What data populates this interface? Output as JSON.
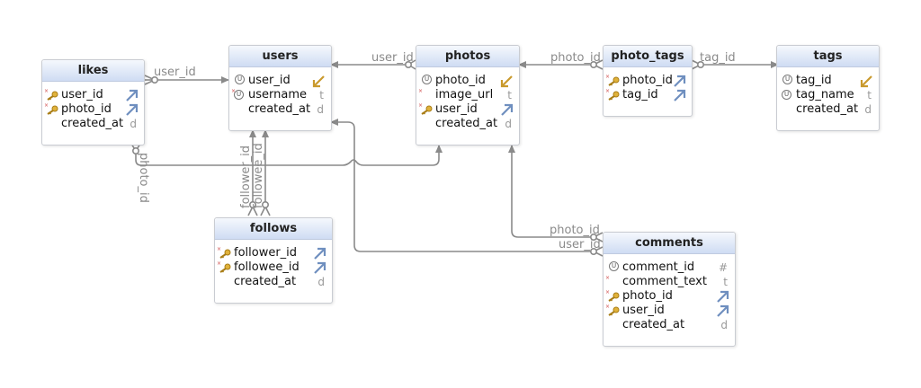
{
  "tables": {
    "likes": {
      "name": "likes",
      "columns": [
        {
          "name": "user_id",
          "type": "",
          "key": "fk",
          "required": true
        },
        {
          "name": "photo_id",
          "type": "",
          "key": "fk",
          "required": true
        },
        {
          "name": "created_at",
          "type": "d",
          "key": "none",
          "required": false
        }
      ]
    },
    "users": {
      "name": "users",
      "columns": [
        {
          "name": "user_id",
          "type": "",
          "key": "pk",
          "required": false
        },
        {
          "name": "username",
          "type": "t",
          "key": "unique",
          "required": true
        },
        {
          "name": "created_at",
          "type": "d",
          "key": "none",
          "required": false
        }
      ]
    },
    "photos": {
      "name": "photos",
      "columns": [
        {
          "name": "photo_id",
          "type": "",
          "key": "pk",
          "required": false
        },
        {
          "name": "image_url",
          "type": "t",
          "key": "none",
          "required": true
        },
        {
          "name": "user_id",
          "type": "",
          "key": "fk",
          "required": true
        },
        {
          "name": "created_at",
          "type": "d",
          "key": "none",
          "required": false
        }
      ]
    },
    "photo_tags": {
      "name": "photo_tags",
      "columns": [
        {
          "name": "photo_id",
          "type": "",
          "key": "fk",
          "required": true
        },
        {
          "name": "tag_id",
          "type": "",
          "key": "fk",
          "required": true
        }
      ]
    },
    "tags": {
      "name": "tags",
      "columns": [
        {
          "name": "tag_id",
          "type": "",
          "key": "pk",
          "required": false
        },
        {
          "name": "tag_name",
          "type": "t",
          "key": "unique",
          "required": false
        },
        {
          "name": "created_at",
          "type": "d",
          "key": "none",
          "required": false
        }
      ]
    },
    "follows": {
      "name": "follows",
      "columns": [
        {
          "name": "follower_id",
          "type": "",
          "key": "fk",
          "required": true
        },
        {
          "name": "followee_id",
          "type": "",
          "key": "fk",
          "required": true
        },
        {
          "name": "created_at",
          "type": "d",
          "key": "none",
          "required": false
        }
      ]
    },
    "comments": {
      "name": "comments",
      "columns": [
        {
          "name": "comment_id",
          "type": "#",
          "key": "pk",
          "required": false
        },
        {
          "name": "comment_text",
          "type": "t",
          "key": "none",
          "required": true
        },
        {
          "name": "photo_id",
          "type": "",
          "key": "fk",
          "required": true
        },
        {
          "name": "user_id",
          "type": "",
          "key": "fk",
          "required": true
        },
        {
          "name": "created_at",
          "type": "d",
          "key": "none",
          "required": false
        }
      ]
    }
  },
  "relationships": {
    "likes_user": "user_id",
    "photos_user": "user_id",
    "photo_tags_photo": "photo_id",
    "photo_tags_tag": "tag_id",
    "likes_photo": "photo_id",
    "follows_follower": "follower_id",
    "follows_followee": "followee_id",
    "comments_photo": "photo_id",
    "comments_user": "user_id"
  },
  "colors": {
    "line": "#8a8a8a",
    "header_top": "#f5f8fd",
    "header_bottom": "#cfdcf3",
    "pk_arrow": "#c99a2e",
    "fk_arrow": "#6f8fbf",
    "required_marker": "#d04b4b"
  }
}
